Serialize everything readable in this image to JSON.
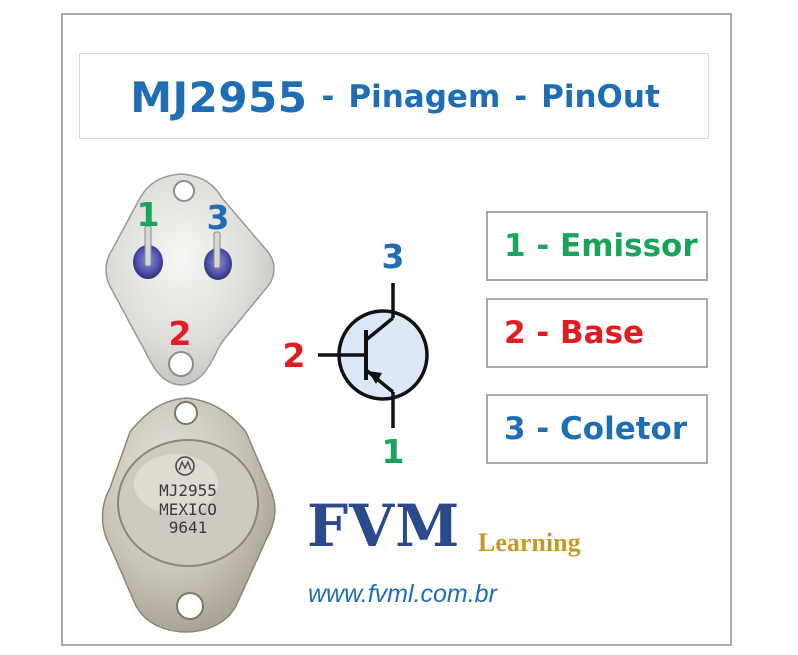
{
  "title": {
    "main": "MJ2955",
    "sep1": "-",
    "pinagem": "Pinagem",
    "sep2": "-",
    "pinout": "PinOut"
  },
  "legend": [
    {
      "text": "1 - Emissor",
      "color": "#1aa35a"
    },
    {
      "text": "2 - Base",
      "color": "#e31b23"
    },
    {
      "text": "3 - Coletor",
      "color": "#1f6eb4"
    }
  ],
  "package_labels": {
    "pin1": "1",
    "pin3": "3",
    "pin2": "2"
  },
  "symbol_labels": {
    "top": "3",
    "left": "2",
    "bottom": "1"
  },
  "chip_marking": [
    "MJ2955",
    "MEXICO",
    "9641"
  ],
  "brand": {
    "name": "FVM",
    "tagline": "Learning",
    "url": "www.fvml.com.br"
  },
  "colors": {
    "emitter": "#1aa35a",
    "base": "#e31b23",
    "collector": "#1f6eb4",
    "brand": "#2b4a8b",
    "tagline": "#c49a2a"
  }
}
